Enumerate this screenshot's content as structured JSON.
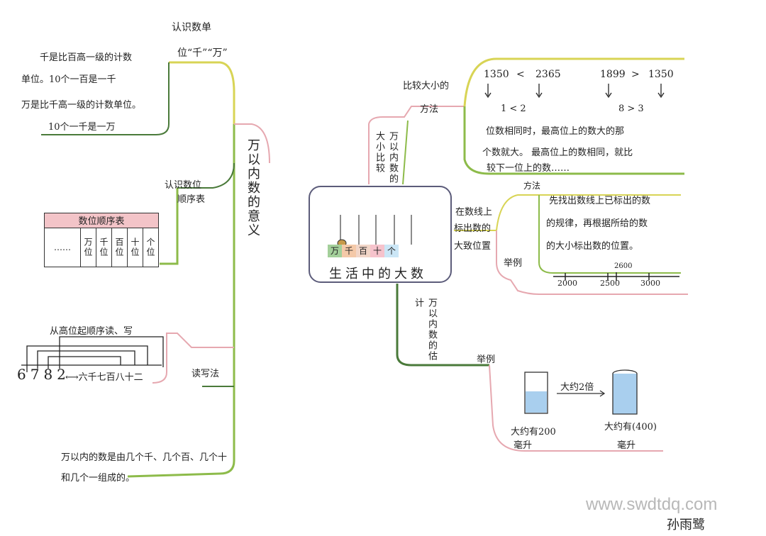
{
  "center": {
    "title": "生活中的大数",
    "abacus_labels": [
      "万",
      "千",
      "百",
      "十",
      "个"
    ]
  },
  "branch_meaning": {
    "label": "万以内数的意义",
    "sub_wan": {
      "label_line1": "认识数单",
      "label_line2": "位“千”“万”",
      "text_lines": [
        "千是比百高一级的计数",
        "单位。10个一百是一千",
        "万是比千高一级的计数单位。",
        "10个一千是一万"
      ]
    },
    "sub_table": {
      "label_line1": "认识数位",
      "label_line2": "顺序表",
      "table_title": "数位顺序表",
      "dots": "……",
      "cols": [
        "万位",
        "千位",
        "百位",
        "十位",
        "个位"
      ]
    },
    "sub_read": {
      "label": "读写法",
      "note": "从高位起顺序读、写",
      "digits": "6782",
      "reading": "⟷六千七百八十二"
    },
    "bottom_line1": "万以内的数是由几个千、几个百、几个十",
    "bottom_line2": "和几个一组成的。"
  },
  "branch_compare": {
    "label": "万以内数的大小比较",
    "method_label_line1": "比较大小的",
    "method_label_line2": "方法",
    "ex1": {
      "a": "1350",
      "op": "<",
      "b": "2365",
      "digits": "1 < 2"
    },
    "ex2": {
      "a": "1899",
      "op": ">",
      "b": "1350",
      "digits": "8 > 3"
    },
    "rule_lines": [
      "位数相同时，最高位上的数大的那",
      "个数就大。 最高位上的数相同，就比",
      "较下一位上的数……"
    ]
  },
  "branch_numberline": {
    "label_line1": "在数线上",
    "label_line2": "标出数的",
    "label_line3": "大致位置",
    "method_tag": "方法",
    "method_lines": [
      "先找出数线上已标出的数",
      "的规律，再根据所给的数",
      "的大小标出数的位置。"
    ],
    "example_tag": "举例",
    "ticks": [
      "2000",
      "2500",
      "3000"
    ],
    "marked": "2600"
  },
  "branch_estimate": {
    "label": "万以内数的估计",
    "example_tag": "举例",
    "arrow_text": "大约2倍",
    "left_caption_line1": "大约有200",
    "left_caption_line2": "毫升",
    "right_caption_line1": "大约有(400)",
    "right_caption_line2": "毫升"
  },
  "author": "孙雨鹭",
  "watermark": "www.swdtdq.com",
  "colors": {
    "green": "#8dbb4a",
    "yellow": "#d8d455",
    "pink": "#e6a8b0",
    "darkgreen": "#4a7a3a",
    "water": "#a9cfee"
  }
}
